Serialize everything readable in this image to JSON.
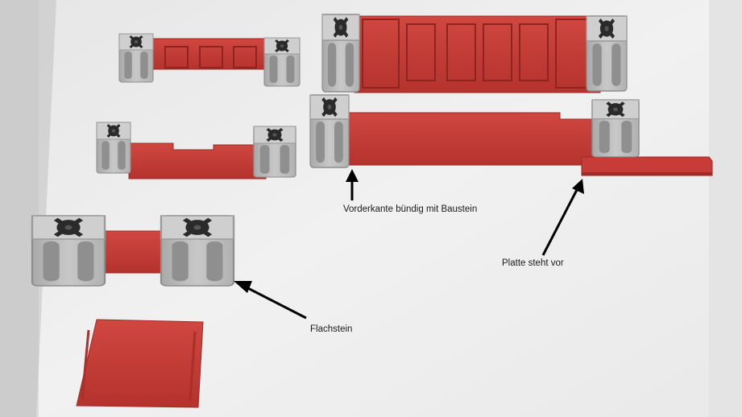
{
  "photo": {
    "background_color": "#ececec",
    "plate_color": "#c33a34",
    "block_color": "#bdbdbd",
    "connector_color": "#2a2a2a"
  },
  "annotations": {
    "front_edge_label": "Vorderkante bündig mit Baustein",
    "plate_protrudes_label": "Platte steht vor",
    "flat_block_label": "Flachstein"
  },
  "icons": {
    "arrow_1": "arrow-up-icon",
    "arrow_2": "arrow-up-right-icon",
    "arrow_3": "arrow-up-left-icon"
  }
}
